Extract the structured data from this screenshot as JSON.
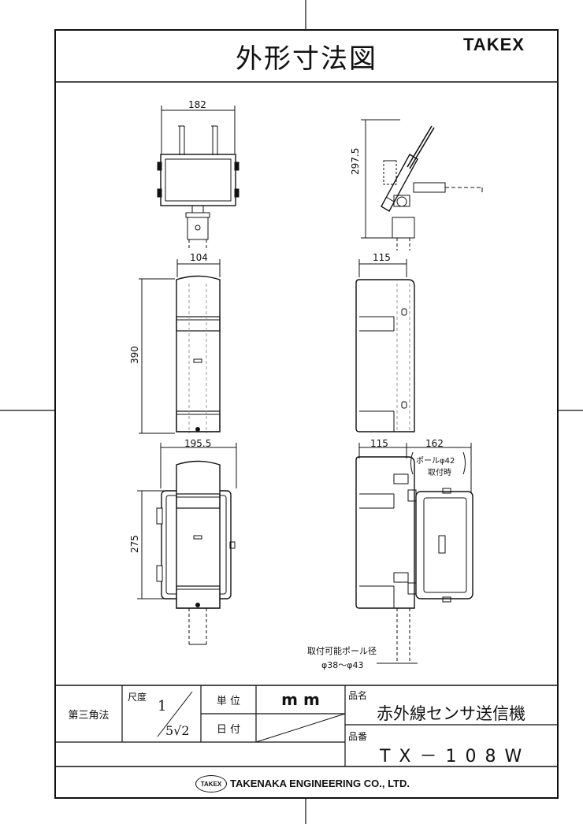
{
  "title": "外形寸法図",
  "brand": "TAKEX",
  "dimensions": {
    "d182": "182",
    "d297_5": "297.5",
    "d104": "104",
    "d115_top": "115",
    "d390": "390",
    "d195_5": "195.5",
    "d115_bottom": "115",
    "d162": "162",
    "d275": "275"
  },
  "notes": {
    "pole_42_line1": "ポールφ42",
    "pole_42_line2": "取付時",
    "pole_range_line1": "取付可能ポール径",
    "pole_range_line2": "φ38～φ43"
  },
  "title_block": {
    "projection": "第三角法",
    "scale_label": "尺度",
    "scale_num": "1",
    "scale_den": "5√2",
    "unit_label": "単 位",
    "unit_value": "m m",
    "date_label": "日 付",
    "product_name_label": "品名",
    "product_name": "赤外線センサ送信機",
    "product_number_label": "品番",
    "product_number": "T X － 1 0 8 W"
  },
  "footer": {
    "logo_text": "TAKEX",
    "company": "TAKENAKA ENGINEERING CO., LTD."
  }
}
